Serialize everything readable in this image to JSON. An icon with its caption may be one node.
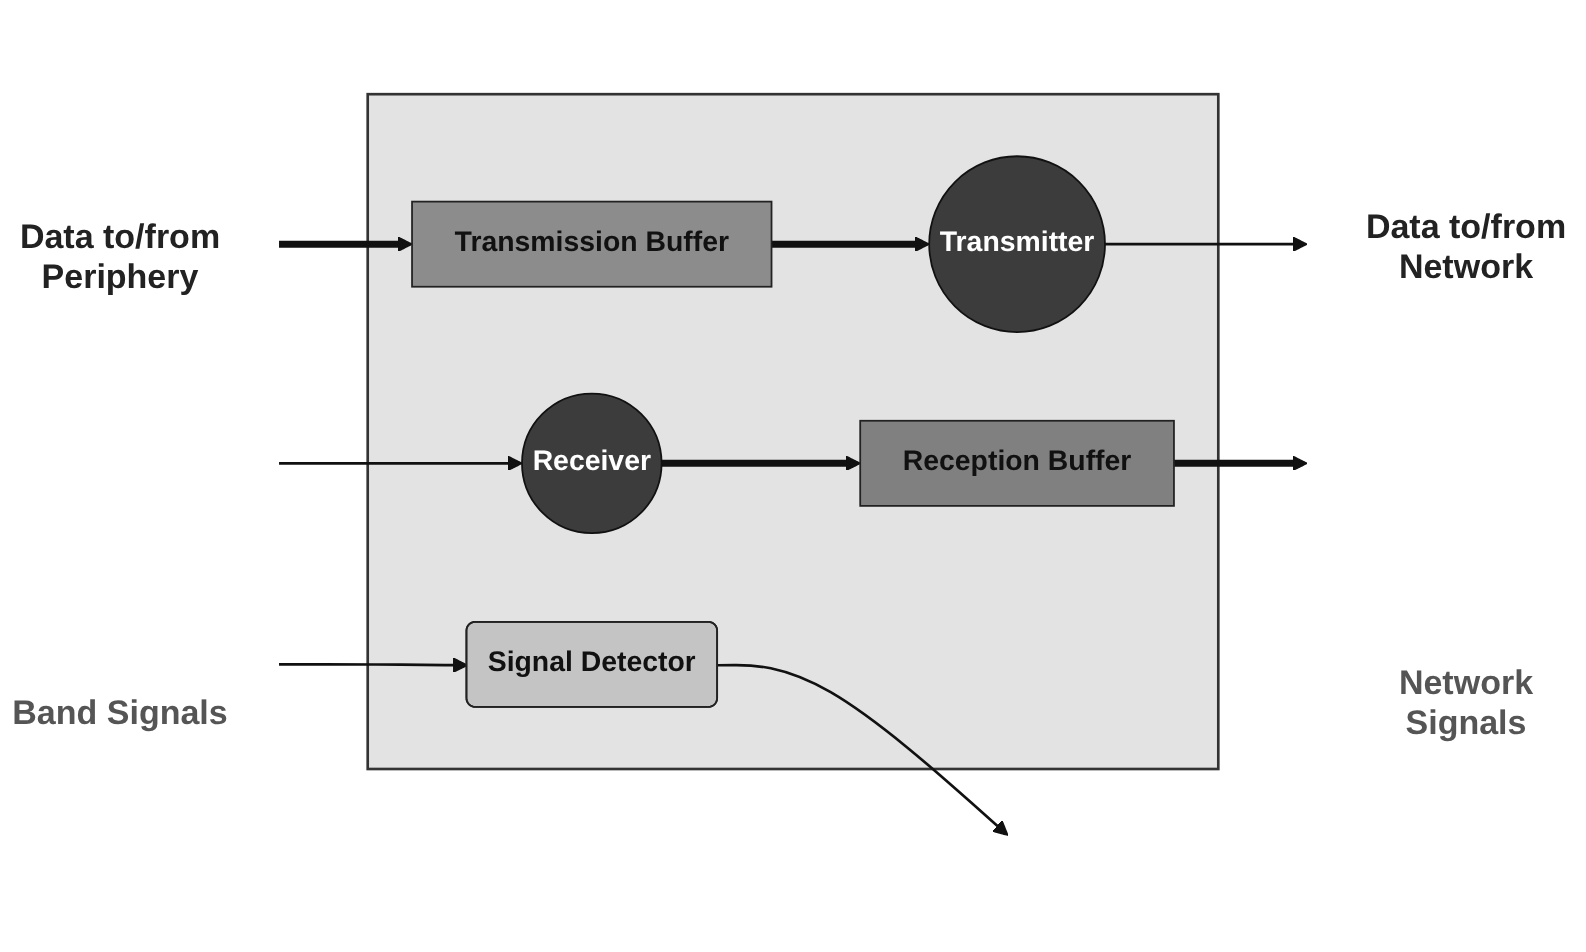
{
  "diagram": {
    "nodes": [
      {
        "text": [],
        "shape": "box"
      },
      {
        "text": [
          "Transmission Buffer"
        ],
        "in": 0
      },
      {
        "text": [
          "Transmitter"
        ],
        "in": 0
      },
      {
        "text": [
          "Reception Buffer"
        ],
        "in": 0
      },
      {
        "text": [
          "Receiver"
        ],
        "in": 0
      },
      {
        "text": [
          "Signal Detector"
        ],
        "in": 0
      }
    ],
    "edges": [
      {
        "from": null,
        "to": 1,
        "arrow": "to",
        "style": "thick"
      },
      {
        "from": 1,
        "to": 2,
        "arrow": "to",
        "style": "thick"
      },
      {
        "from": 2,
        "to": null,
        "arrow": "to"
      },
      {
        "from": null,
        "to": 4,
        "arrow": "to"
      },
      {
        "from": 4,
        "to": 3,
        "arrow": "to",
        "style": "thick"
      },
      {
        "from": 3,
        "to": null,
        "arrow": "to",
        "style": "thick"
      },
      {
        "from": null,
        "to": 5,
        "arrow": "to"
      },
      {
        "from": 5,
        "to": null,
        "arrow": "to"
      }
    ],
    "labels": [
      "Data to/from Periphery",
      "Data to/from Network",
      "Band Signals",
      "Network Signals"
    ]
  }
}
